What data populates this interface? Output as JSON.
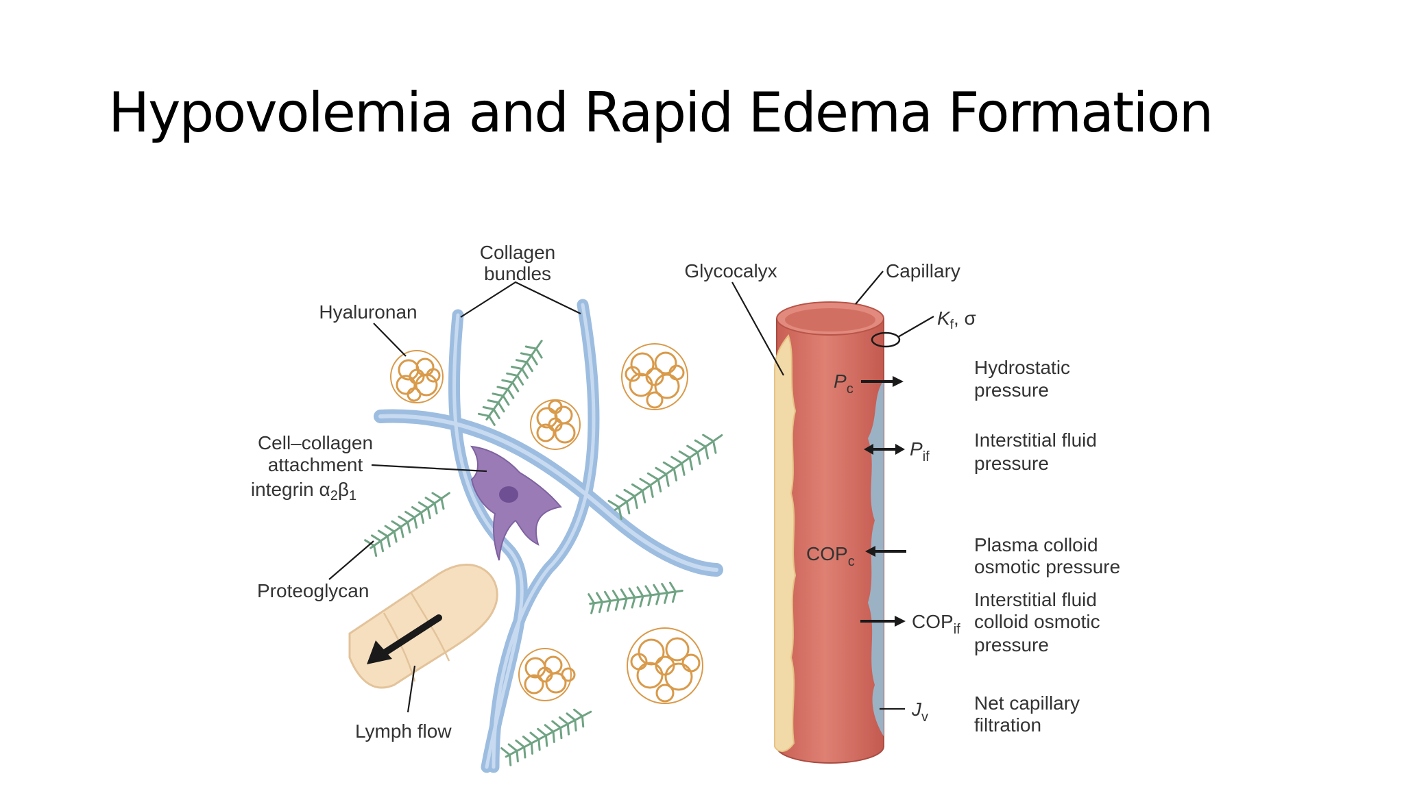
{
  "slide": {
    "title": "Hypovolemia and Rapid Edema Formation"
  },
  "labels": {
    "collagen_1": "Collagen",
    "collagen_2": "bundles",
    "hyaluronan": "Hyaluronan",
    "cell_1": "Cell–collagen",
    "cell_2": "attachment",
    "cell_3": "integrin α",
    "cell_sub2": "2",
    "cell_beta": "β",
    "cell_sub1": "1",
    "proteoglycan": "Proteoglycan",
    "lymph": "Lymph flow",
    "glycocalyx": "Glycocalyx",
    "capillary": "Capillary",
    "kf": "K",
    "kf_sub": "f",
    "kf_sigma": ", σ",
    "pc": "P",
    "pc_sub": "c",
    "pif": "P",
    "pif_sub": "if",
    "copc": "COP",
    "copc_sub": "c",
    "copif": "COP",
    "copif_sub": "if",
    "jv": "J",
    "jv_sub": "v",
    "hydro_1": "Hydrostatic",
    "hydro_2": "pressure",
    "interst_1": "Interstitial fluid",
    "interst_2": "pressure",
    "plasma_1": "Plasma colloid",
    "plasma_2": "osmotic pressure",
    "icop_1": "Interstitial fluid",
    "icop_2": "colloid osmotic",
    "icop_3": "pressure",
    "net_1": "Net capillary",
    "net_2": "filtration"
  },
  "colors": {
    "collagen": "#9dbde0",
    "hyaluronan": "#d99a4a",
    "proteoglycan": "#6fa383",
    "cell": "#9a7bb5",
    "capillary": "#d9776b",
    "glycocalyx": "#f1d9a8",
    "interstitium": "#9bb2c5",
    "lymph": "#f6dfbf"
  }
}
